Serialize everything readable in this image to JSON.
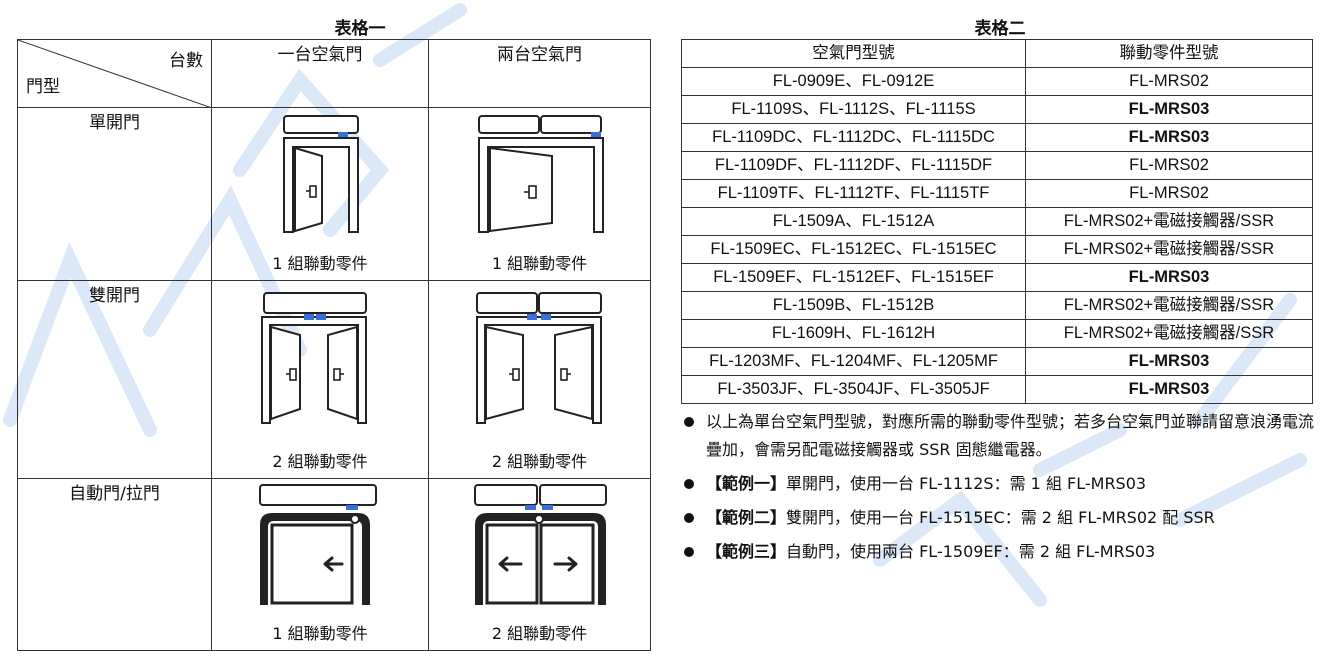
{
  "table1": {
    "caption": "表格一",
    "header_top": "台數",
    "header_bottom": "門型",
    "columns": [
      "一台空氣門",
      "兩台空氣門"
    ],
    "rows": [
      {
        "label": "單開門",
        "counts": [
          "1 組聯動零件",
          "1 組聯動零件"
        ]
      },
      {
        "label": "雙開門",
        "counts": [
          "2 組聯動零件",
          "2 組聯動零件"
        ]
      },
      {
        "label": "自動門/拉門",
        "counts": [
          "1 組聯動零件",
          "2 組聯動零件"
        ]
      }
    ]
  },
  "table2": {
    "caption": "表格二",
    "headers": [
      "空氣門型號",
      "聯動零件型號"
    ],
    "rows": [
      {
        "model": "FL-0909E、FL-0912E",
        "part": "FL-MRS02",
        "bold": false
      },
      {
        "model": "FL-1109S、FL-1112S、FL-1115S",
        "part": "FL-MRS03",
        "bold": true
      },
      {
        "model": "FL-1109DC、FL-1112DC、FL-1115DC",
        "part": "FL-MRS03",
        "bold": true
      },
      {
        "model": "FL-1109DF、FL-1112DF、FL-1115DF",
        "part": "FL-MRS02",
        "bold": false
      },
      {
        "model": "FL-1109TF、FL-1112TF、FL-1115TF",
        "part": "FL-MRS02",
        "bold": false
      },
      {
        "model": "FL-1509A、FL-1512A",
        "part": "FL-MRS02+電磁接觸器/SSR",
        "bold": false
      },
      {
        "model": "FL-1509EC、FL-1512EC、FL-1515EC",
        "part": "FL-MRS02+電磁接觸器/SSR",
        "bold": false
      },
      {
        "model": "FL-1509EF、FL-1512EF、FL-1515EF",
        "part": "FL-MRS03",
        "bold": true
      },
      {
        "model": "FL-1509B、FL-1512B",
        "part": "FL-MRS02+電磁接觸器/SSR",
        "bold": false
      },
      {
        "model": "FL-1609H、FL-1612H",
        "part": "FL-MRS02+電磁接觸器/SSR",
        "bold": false
      },
      {
        "model": "FL-1203MF、FL-1204MF、FL-1205MF",
        "part": "FL-MRS03",
        "bold": true
      },
      {
        "model": "FL-3503JF、FL-3504JF、FL-3505JF",
        "part": "FL-MRS03",
        "bold": true
      }
    ]
  },
  "notes": [
    {
      "text": "以上為單台空氣門型號，對應所需的聯動零件型號；若多台空氣門並聯請留意浪湧電流疊加，會需另配電磁接觸器或 SSR 固態繼電器。"
    },
    {
      "prefix": "【範例一】",
      "text": "單開門，使用一台 FL-1112S：需 1 組 FL-MRS03"
    },
    {
      "prefix": "【範例二】",
      "text": "雙開門，使用一台 FL-1515EC：需 2 組 FL-MRS02 配 SSR"
    },
    {
      "prefix": "【範例三】",
      "text": "自動門，使用兩台 FL-1509EF：需 2 組 FL-MRS03"
    }
  ],
  "colors": {
    "accent": "#3a6fd8",
    "watermark": "#d4e3f6",
    "line": "#222222"
  }
}
